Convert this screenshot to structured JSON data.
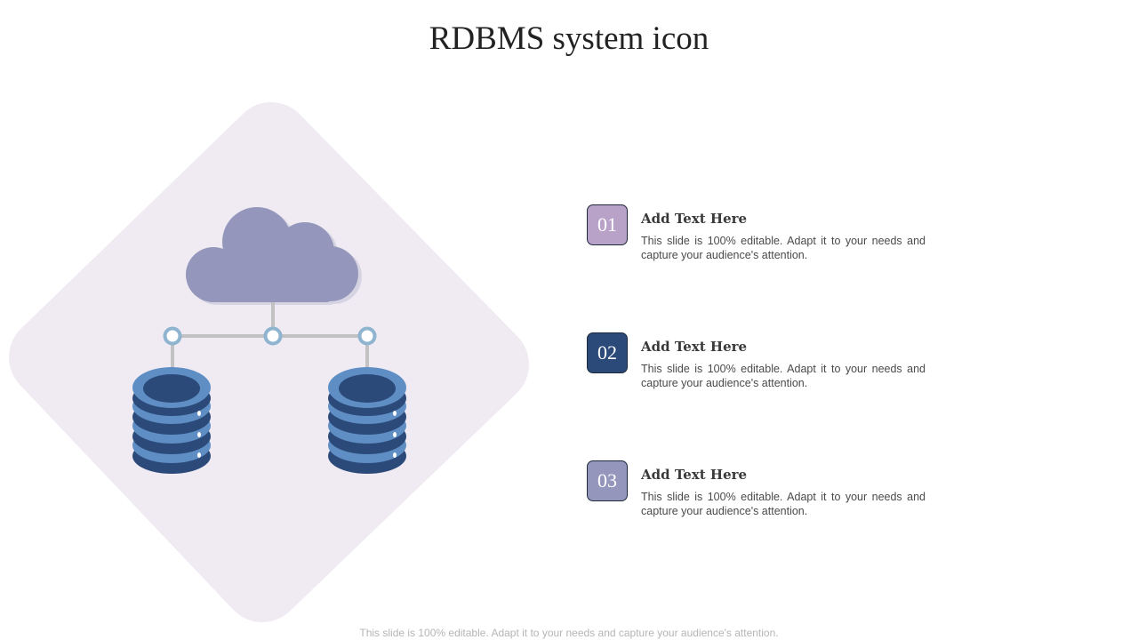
{
  "slide": {
    "title": "RDBMS system icon",
    "footer": "This slide is 100% editable. Adapt it to your needs and capture your audience's attention."
  },
  "illustration": {
    "icons": [
      "cloud-icon",
      "database-icon"
    ],
    "colors": {
      "backdrop": "#f0ebf3",
      "cloud": "#9497bb",
      "cloud_shadow": "#d6d4e3",
      "connector_line": "#c2c2c2",
      "node_ring": "#8fb4cf",
      "db_light": "#5f8ec4",
      "db_dark": "#2b4a79"
    }
  },
  "items": [
    {
      "number": "01",
      "title": "Add Text Here",
      "description": "This slide is 100% editable. Adapt it to your needs and capture your audience's attention.",
      "color": "#b8a2c8"
    },
    {
      "number": "02",
      "title": "Add Text Here",
      "description": "This slide is 100% editable. Adapt it to your needs and capture your audience's attention.",
      "color": "#2b4a79"
    },
    {
      "number": "03",
      "title": "Add Text Here",
      "description": "This slide is 100% editable. Adapt it to your needs and capture your audience's attention.",
      "color": "#9497bb"
    }
  ]
}
